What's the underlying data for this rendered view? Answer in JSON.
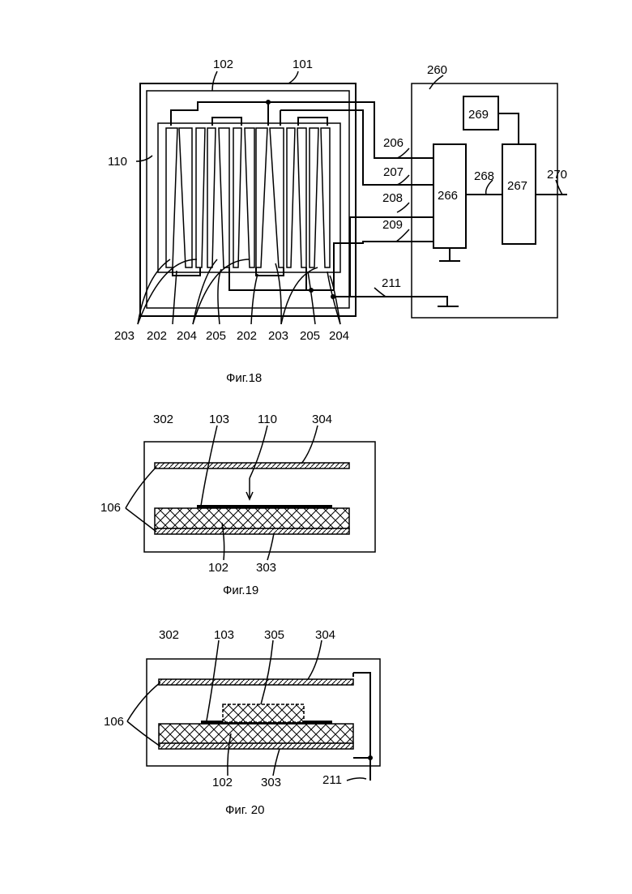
{
  "fig18": {
    "caption": "Фиг.18",
    "labels": {
      "l102": "102",
      "l101": "101",
      "l260": "260",
      "l110": "110",
      "l206": "206",
      "l207": "207",
      "l208": "208",
      "l209": "209",
      "l266": "266",
      "l267": "267",
      "l268": "268",
      "l269": "269",
      "l270": "270",
      "l211": "211"
    },
    "bottom_labels": [
      "203",
      "202",
      "204",
      "205",
      "202",
      "203",
      "205",
      "204"
    ]
  },
  "fig19": {
    "caption": "Фиг.19",
    "labels": {
      "l302": "302",
      "l103": "103",
      "l110": "110",
      "l304": "304",
      "l106": "106",
      "l102": "102",
      "l303": "303"
    }
  },
  "fig20": {
    "caption": "Фиг. 20",
    "labels": {
      "l302": "302",
      "l103": "103",
      "l305": "305",
      "l304": "304",
      "l106": "106",
      "l102": "102",
      "l303": "303",
      "l211": "211"
    }
  }
}
